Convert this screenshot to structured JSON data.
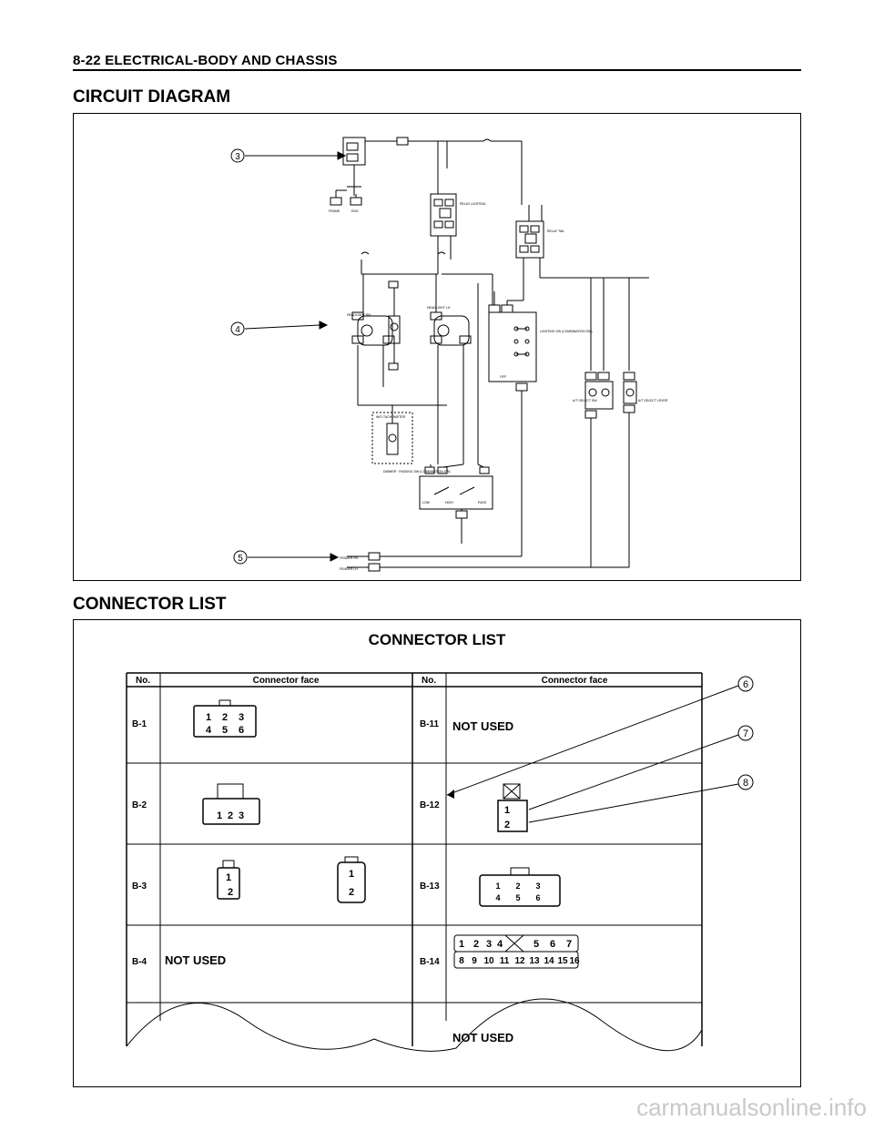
{
  "page": {
    "header": "8-22  ELECTRICAL-BODY AND CHASSIS",
    "section1_title": "CIRCUIT DIAGRAM",
    "section2_title": "CONNECTOR LIST",
    "watermark": "carmanualsonline.info"
  },
  "diagram": {
    "callouts": [
      "3",
      "4",
      "5"
    ],
    "labels": {
      "frame": "FRAME",
      "eng": "ENG",
      "relay_lighting": "RELAY LIGHTING",
      "relay_tail": "RELAY TAIL",
      "headlight_rh": "HEADLIGHT RH",
      "headlight_lh": "HEADLIGHT LH",
      "lighting_sw": "LIGHTING SW (COMBINATION SW)",
      "dimmer_sw": "DIMMER · PASSING SW (COMBINATION SW)",
      "low": "LOW",
      "high": "HIGH",
      "pass": "PASS",
      "off": "OFF",
      "meter": "W/O TACHOMETER",
      "at_select_sw": "A/T SELECT SW",
      "at_select_lever": "A/T SELECT LEVER",
      "fender_rh": "FENDER RH",
      "fender_lh": "FENDER LH"
    }
  },
  "connector_list": {
    "title": "CONNECTOR LIST",
    "header": {
      "no": "No.",
      "face": "Connector face"
    },
    "not_used": "NOT USED",
    "callouts": [
      "6",
      "7",
      "8"
    ],
    "rows": [
      {
        "left": "B-1",
        "right": "B-11"
      },
      {
        "left": "B-2",
        "right": "B-12"
      },
      {
        "left": "B-3",
        "right": "B-13"
      },
      {
        "left": "B-4",
        "right": "B-14"
      }
    ],
    "pins_b1": [
      "1",
      "2",
      "3",
      "4",
      "5",
      "6"
    ],
    "pins_b2": [
      "1",
      "2",
      "3"
    ],
    "pins_b3a": [
      "1",
      "2"
    ],
    "pins_b3b": [
      "1",
      "2"
    ],
    "pins_b12": [
      "1",
      "2"
    ],
    "pins_b13": [
      "1",
      "2",
      "3",
      "4",
      "5",
      "6"
    ],
    "pins_b14_top": [
      "1",
      "2",
      "3",
      "4",
      "5",
      "6",
      "7"
    ],
    "pins_b14_bottom": [
      "8",
      "9",
      "10",
      "11",
      "12",
      "13",
      "14",
      "15",
      "16"
    ]
  }
}
